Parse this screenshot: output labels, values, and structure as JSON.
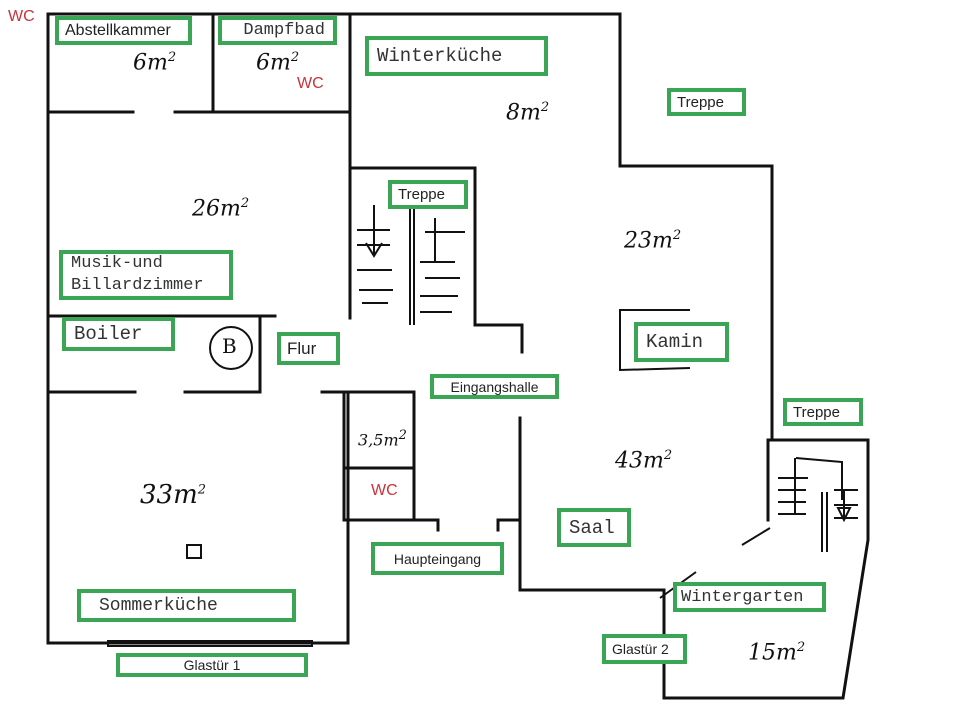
{
  "rooms": {
    "abstellkammer": {
      "label": "Abstellkammer",
      "area": "6m",
      "area_exp": "2"
    },
    "dampfbad": {
      "label": "Dampfbad",
      "area": "6m",
      "area_exp": "2"
    },
    "winterkueche": {
      "label": "Winterküche",
      "area": "8m",
      "area_exp": "2"
    },
    "treppe_top_right": {
      "label": "Treppe"
    },
    "musik": {
      "label": "Musik-und",
      "label2": "Billardzimmer",
      "area": "26m",
      "area_exp": "2"
    },
    "treppe_center": {
      "label": "Treppe"
    },
    "kamin_room": {
      "area": "23m",
      "area_exp": "2"
    },
    "kamin": {
      "label": "Kamin"
    },
    "boiler": {
      "label": "Boiler",
      "symbol": "B"
    },
    "flur": {
      "label": "Flur"
    },
    "eingangshalle": {
      "label": "Eingangshalle"
    },
    "treppe_right": {
      "label": "Treppe"
    },
    "small_room": {
      "area": "3,5m",
      "area_exp": "2"
    },
    "saal": {
      "label": "Saal",
      "area": "43m",
      "area_exp": "2"
    },
    "sommerkueche": {
      "label": "Sommerküche",
      "area": "33m",
      "area_exp": "2"
    },
    "haupteingang": {
      "label": "Haupteingang"
    },
    "wintergarten": {
      "label": "Wintergarten",
      "area": "15m",
      "area_exp": "2"
    },
    "glastuer1": {
      "label": "Glastür 1"
    },
    "glastuer2": {
      "label": "Glastür 2"
    }
  },
  "wc_labels": [
    "WC",
    "WC",
    "WC"
  ],
  "colors": {
    "label_border": "#3aa655",
    "wc_text": "#c8333b",
    "wall": "#111111"
  }
}
